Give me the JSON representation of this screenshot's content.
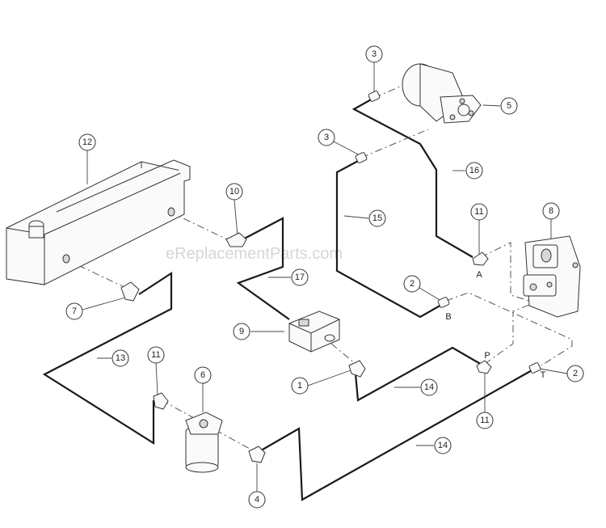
{
  "watermark": "eReplacementParts.com",
  "callouts": {
    "c3a": "3",
    "c3b": "3",
    "c5": "5",
    "c12": "12",
    "c16": "16",
    "c15": "15",
    "c10": "10",
    "c11a": "11",
    "c8": "8",
    "c17": "17",
    "c2a": "2",
    "c7": "7",
    "c9": "9",
    "c13": "13",
    "c11b": "11",
    "c6": "6",
    "c1": "1",
    "c14a": "14",
    "c11c": "11",
    "c2b": "2",
    "c14b": "14",
    "c4": "4"
  },
  "ports": {
    "A": "A",
    "B": "B",
    "P": "P",
    "T": "T"
  }
}
